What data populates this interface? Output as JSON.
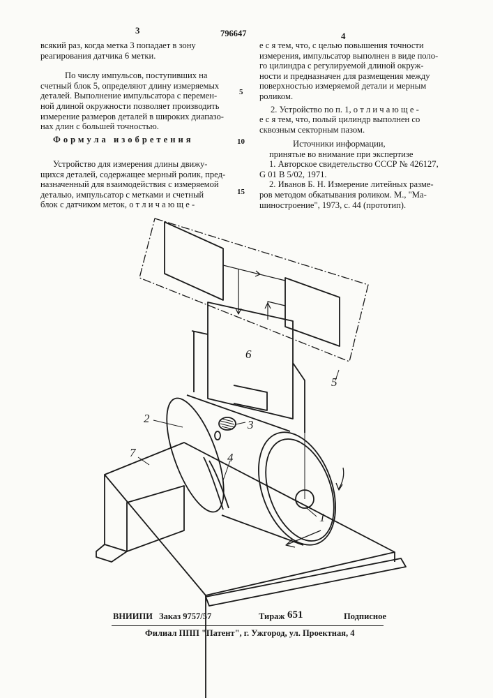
{
  "header": {
    "page_left": "3",
    "patent_no": "796647",
    "page_right": "4"
  },
  "left_column": {
    "lines": [
      "всякий раз, когда метка 3 попадает в зону",
      "реагирования датчика 6 метки.",
      "",
      "По числу импульсов, поступивших на",
      "счетный блок 5, определяют длину измеряемых",
      "деталей. Выполнение импульсатора с перемен-",
      "ной длиной окружности позволяет производить",
      "измерение размеров деталей в широких диапазо-",
      "нах длин с большей точностью."
    ],
    "formula_title": "Формула изобретения",
    "claim_lines": [
      "Устройство для измерения длины движу-",
      "щихся деталей, содержащее мерный ролик, пред-",
      "назначенный для взаимодействия с измеряемой",
      "деталью, импульсатор с метками и счетный",
      "блок с датчиком меток, о т л и ч а ю щ е -"
    ]
  },
  "right_column": {
    "lines": [
      "е с я   тем, что, с целью повышения точности",
      "измерения, импульсатор выполнен в виде поло-",
      "го цилиндра с регулируемой длиной окруж-",
      "ности и предназначен для размещения между",
      "поверхностью измеряемой детали и мерным",
      "роликом.",
      "",
      "2. Устройство по п. 1, о т л и ч а ю щ е -",
      "е с я   тем, что, полый цилиндр выполнен со",
      "сквозным секторным пазом."
    ],
    "sources_title_1": "Источники информации,",
    "sources_title_2": "принятые во внимание при экспертизе",
    "source_lines": [
      "1. Авторское свидетельство СССР № 426127,",
      "G 01 B 5/02, 1971.",
      "2. Иванов Б. Н. Измерение литейных разме-",
      "ров методом обкатывания роликом. М., \"Ма-",
      "шиностроение\", 1973, с. 44 (прототип)."
    ]
  },
  "line_numbers": [
    "5",
    "10",
    "15"
  ],
  "figure": {
    "labels": {
      "l1": "1",
      "l2": "2",
      "l3": "3",
      "l4": "4",
      "l5": "5",
      "l6": "6",
      "l7": "7"
    }
  },
  "footer": {
    "org": "ВНИИПИ",
    "order": "Заказ 9757/57",
    "circulation_label": "Тираж",
    "circulation_value": "651",
    "subscription": "Подписное",
    "branch": "Филиал ППП \"Патент\", г. Ужгород, ул. Проектная, 4"
  }
}
